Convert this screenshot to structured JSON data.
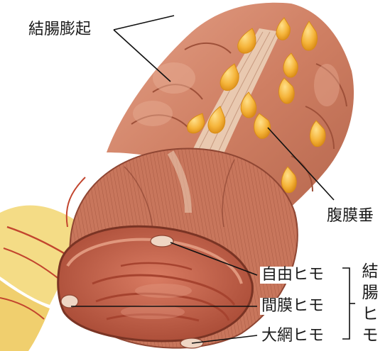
{
  "labels": {
    "haustra": "結腸膨起",
    "epiploic_appendices": "腹膜垂",
    "free_taenia": "自由ヒモ",
    "mesocolic_taenia": "間膜ヒモ",
    "omental_taenia": "大網ヒモ",
    "taeniae_coli": "結腸ヒモ"
  },
  "colors": {
    "colon_wall": "#d08268",
    "colon_shadow": "#a85a44",
    "colon_highlight": "#e8a88e",
    "taenia_band": "#e9c9b0",
    "fat_appendix": "#f2b33a",
    "fat_appendix_edge": "#d98d16",
    "lumen": "#c9664f",
    "mucosa_fold": "#b4513c",
    "mesentery_fat": "#f4dc86",
    "vessel": "#c2452e",
    "leader_line": "#111111"
  }
}
